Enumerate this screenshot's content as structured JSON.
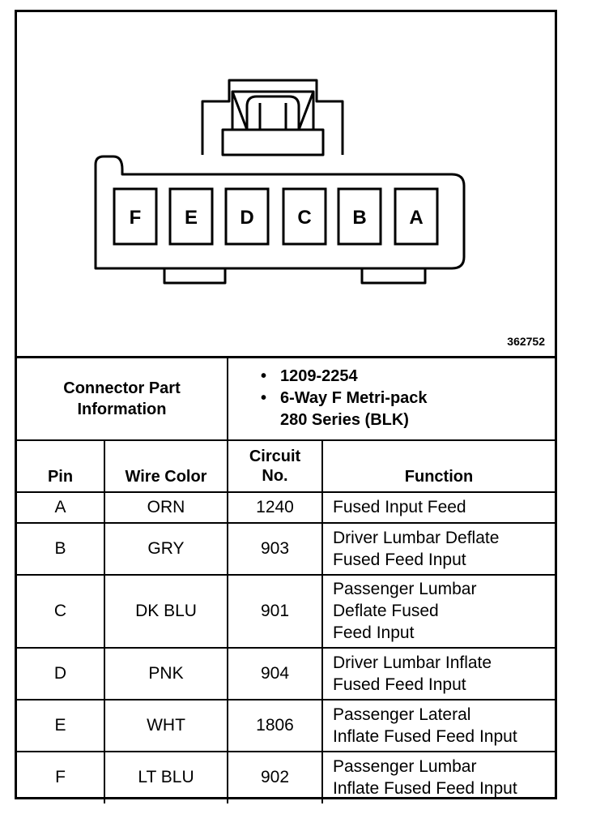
{
  "figure_id": "362752",
  "connector": {
    "pin_letters": [
      "F",
      "E",
      "D",
      "C",
      "B",
      "A"
    ]
  },
  "part_info": {
    "label_lines": [
      "Connector Part",
      "Information"
    ],
    "bullets": [
      [
        "1209-2254"
      ],
      [
        "6-Way F Metri-pack",
        "280 Series (BLK)"
      ]
    ]
  },
  "table": {
    "headers": {
      "pin": "Pin",
      "wire_color": "Wire Color",
      "circuit_lines": [
        "Circuit",
        "No."
      ],
      "function": "Function"
    },
    "rows": [
      {
        "pin": "A",
        "wire_color": "ORN",
        "circuit": "1240",
        "function_lines": [
          "Fused Input Feed"
        ]
      },
      {
        "pin": "B",
        "wire_color": "GRY",
        "circuit": "903",
        "function_lines": [
          "Driver Lumbar Deflate",
          "Fused Feed Input"
        ]
      },
      {
        "pin": "C",
        "wire_color": "DK BLU",
        "circuit": "901",
        "function_lines": [
          "Passenger Lumbar",
          "Deflate Fused",
          "Feed Input"
        ]
      },
      {
        "pin": "D",
        "wire_color": "PNK",
        "circuit": "904",
        "function_lines": [
          "Driver Lumbar Inflate",
          "Fused Feed Input"
        ]
      },
      {
        "pin": "E",
        "wire_color": "WHT",
        "circuit": "1806",
        "function_lines": [
          "Passenger Lateral",
          "Inflate Fused Feed Input"
        ]
      },
      {
        "pin": "F",
        "wire_color": "LT BLU",
        "circuit": "902",
        "function_lines": [
          "Passenger Lumbar",
          "Inflate Fused Feed Input"
        ]
      }
    ]
  }
}
